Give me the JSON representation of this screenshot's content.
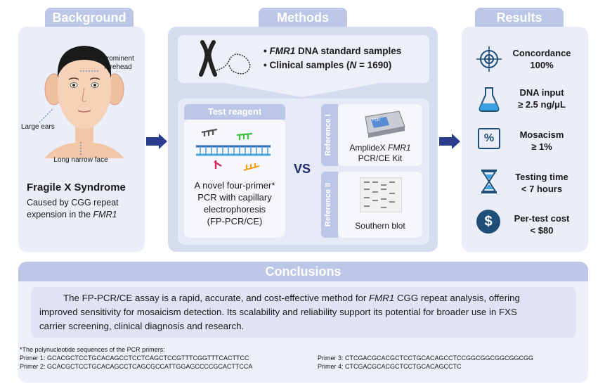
{
  "background": {
    "tab": "Background",
    "label_forehead_1": "Prominent",
    "label_forehead_2": "forehead",
    "label_ears": "Large ears",
    "label_face": "Long narrow face",
    "title": "Fragile X Syndrome",
    "desc_line1": "Caused by CGG repeat",
    "desc_line2": "expension in the ",
    "desc_gene": "FMR1"
  },
  "methods": {
    "tab": "Methods",
    "bullet1_gene": "FMR1",
    "bullet1_rest": " DNA standard samples",
    "bullet2_pre": "Clinical samples (",
    "bullet2_n": "N",
    "bullet2_post": " = 1690)",
    "bullet_char": "•",
    "test_tab": "Test reagent",
    "test_l1": "A novel four-primer*",
    "test_l2": "PCR with capillary",
    "test_l3": "electrophoresis",
    "test_l4": "(FP-PCR/CE)",
    "vs": "VS",
    "ref1_tab": "Reference I",
    "ref1_l1a": "AmplideX ",
    "ref1_gene": "FMR1",
    "ref1_l2": "PCR/CE Kit",
    "ref2_tab": "Reference II",
    "ref2_l1": "Southern blot",
    "pcr_label": "PCR"
  },
  "results": {
    "tab": "Results",
    "items": [
      {
        "icon": "target-icon",
        "l1": "Concordance",
        "l2": "100%"
      },
      {
        "icon": "flask-icon",
        "l1": "DNA input",
        "l2": "≥ 2.5 ng/μL"
      },
      {
        "icon": "percent-icon",
        "l1": "Mosacism",
        "l2": "≥ 1%",
        "symbol": "%"
      },
      {
        "icon": "hourglass-icon",
        "l1": "Testing time",
        "l2": "< 7 hours"
      },
      {
        "icon": "dollar-icon",
        "l1": "Per-test cost",
        "l2": "< $80",
        "symbol": "$"
      }
    ]
  },
  "conclusions": {
    "tab": "Conclusions",
    "p1_a": "The FP-PCR/CE assay is a rapid, accurate, and cost-effective method for ",
    "p1_gene": "FMR1",
    "p1_b": " CGG repeat analysis, offering",
    "p2": "improved sensitivity for mosaicism detection. Its scalability and reliability support its potential for broader use in FXS",
    "p3": "carrier screening, clinical diagnosis and research."
  },
  "footnote": {
    "title": "*The polynucleotide sequences of the PCR primers:",
    "primer1": "Primer 1: GCACGCTCCTGCACAGCCTCCTCAGCTCCGTTTCGGTTTCACTTCC",
    "primer2": "Primer 2: GCACGCTCCTGCACAGCCTCAGCGCCATTGGAGCCCCGCACTTCCA",
    "primer3": "Primer 3: CTCGACGCACGCTCCTGCACAGCCTCCGGCGGCGGCGGCGG",
    "primer4": "Primer 4: CTCGACGCACGCTCCTGCACAGCCTC"
  },
  "colors": {
    "panel": "#ebeef8",
    "tab": "#bcc6e6",
    "arrow": "#2a3d8f",
    "icon": "#1f4e79"
  }
}
